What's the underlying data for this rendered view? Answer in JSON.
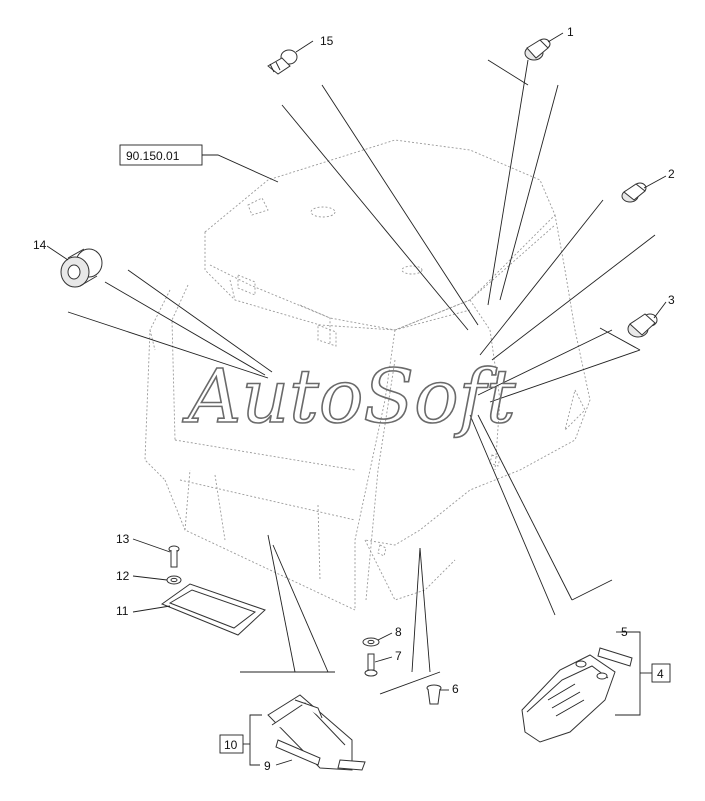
{
  "callouts": {
    "n1": "1",
    "n2": "2",
    "n3": "3",
    "n4": "4",
    "n5": "5",
    "n6": "6",
    "n7": "7",
    "n8": "8",
    "n9": "9",
    "n10": "10",
    "n11": "11",
    "n12": "12",
    "n13": "13",
    "n14": "14",
    "n15": "15"
  },
  "reference_label": "90.150.01",
  "watermark": "AutoSoft"
}
